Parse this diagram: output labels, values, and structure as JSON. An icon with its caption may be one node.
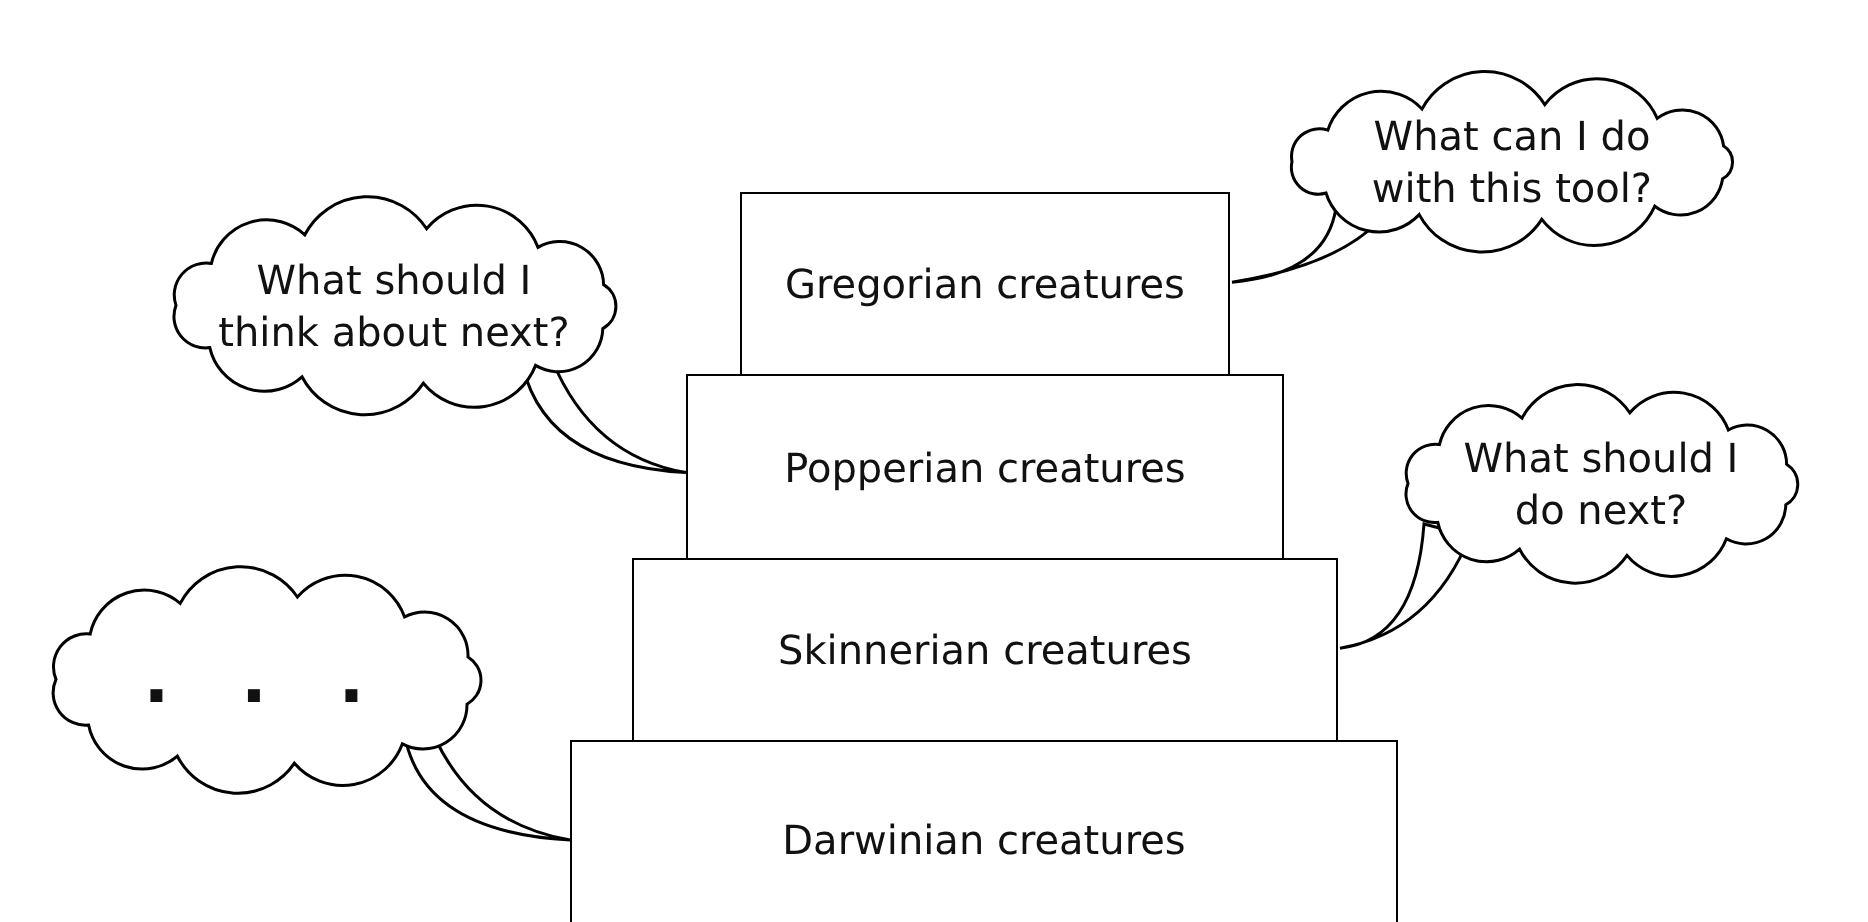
{
  "diagram": {
    "nodes": [
      {
        "text": [
          "What can I do with this tool?"
        ]
      },
      {
        "text": [
          "Gregorian creatures"
        ]
      },
      {
        "text": [
          "What should I think about next?"
        ]
      },
      {
        "text": [
          "Popperian creatures"
        ]
      },
      {
        "text": [
          "What should I do next?"
        ]
      },
      {
        "text": [
          "Skinnerian creatures"
        ]
      },
      {
        "text": [
          ". . ."
        ]
      },
      {
        "text": [
          "Darwinian creatures"
        ]
      }
    ],
    "edges": [
      {
        "from": 0,
        "to": 1,
        "arrow": "none"
      },
      {
        "from": 2,
        "to": 3,
        "arrow": "none"
      },
      {
        "from": 4,
        "to": 5,
        "arrow": "none"
      },
      {
        "from": 6,
        "to": 7,
        "arrow": "none"
      }
    ]
  }
}
